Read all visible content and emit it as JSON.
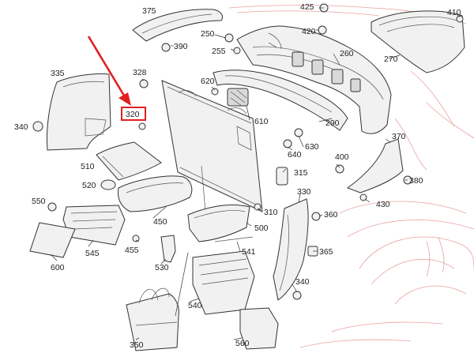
{
  "diagram": {
    "labels": {
      "p375": "375",
      "p425": "425",
      "p410": "410",
      "p250": "250",
      "p390": "390",
      "p420": "420",
      "p255": "255",
      "p270": "270",
      "p335": "335",
      "p328": "328",
      "p260": "260",
      "p620": "620",
      "p320": "320",
      "p340a": "340",
      "p610": "610",
      "p290": "290",
      "p370": "370",
      "p630": "630",
      "p640": "640",
      "p400": "400",
      "p510": "510",
      "p315": "315",
      "p380": "380",
      "p520": "520",
      "p330": "330",
      "p550": "550",
      "p430": "430",
      "p450": "450",
      "p310": "310",
      "p360": "360",
      "p500": "500",
      "p455": "455",
      "p545": "545",
      "p541": "541",
      "p365": "365",
      "p600": "600",
      "p530": "530",
      "p340b": "340",
      "p540": "540",
      "p350": "350",
      "p560": "560"
    },
    "highlight": {
      "label_ref": "p320",
      "color": "#e02020"
    },
    "colors": {
      "ghost_outline": "#e9a0a0",
      "line": "#333333",
      "part_fill": "#f1f1f1"
    }
  }
}
